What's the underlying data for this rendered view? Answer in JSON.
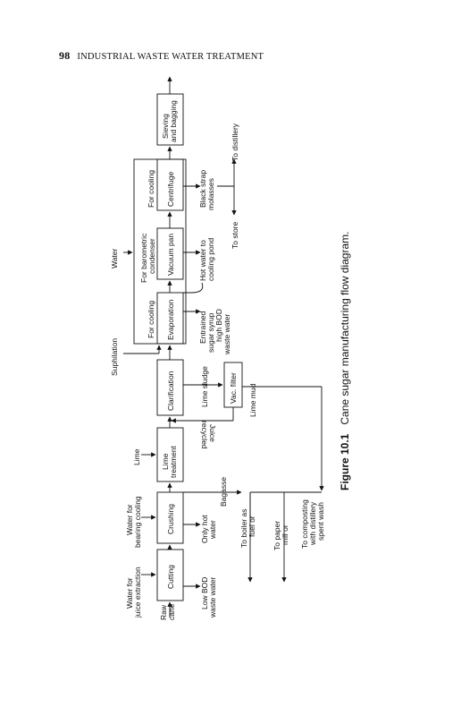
{
  "header": {
    "page_number": "98",
    "running_title": "INDUSTRIAL WASTE WATER TREATMENT"
  },
  "figure": {
    "number": "Figure 10.1",
    "title": "Cane sugar manufacturing flow diagram."
  },
  "process": {
    "raw_cane": [
      "Raw",
      "cane"
    ],
    "cutting": "Cutting",
    "crushing": "Crushing",
    "lime_treatment": [
      "Lime",
      "treatment"
    ],
    "clarification": "Clarification",
    "vac_filter": "Vac. filter",
    "evaporation": "Evaporation",
    "vacuum_pan": "Vacuum pan",
    "centrifuge": "Centrifuge",
    "sieving_bagging": [
      "Sieving",
      "and bagging"
    ]
  },
  "inputs": {
    "cutting_water": [
      "Water for",
      "juice extraction"
    ],
    "crushing_water": [
      "Water for",
      "bearing cooling"
    ],
    "lime": "Lime",
    "suphilation": "Suphilation",
    "water": "Water",
    "for_cooling_evap": "For cooling",
    "for_barometric": [
      "For barometric",
      "condenser"
    ],
    "for_cooling_cent": "For cooling"
  },
  "outputs": {
    "low_bod": [
      "Low BOD",
      "waste water"
    ],
    "only_hot_water": [
      "Only hot",
      "water"
    ],
    "bagasse": "Bagasse",
    "to_boiler": [
      "To boiler as",
      "fuel or"
    ],
    "to_paper": [
      "To paper",
      "mill or"
    ],
    "to_composting": [
      "To composting",
      "with distillery",
      "spent wash"
    ],
    "lime_sludge": "Lime sludge",
    "lime_mud": "Lime mud",
    "juice_recycled": [
      "Juice",
      "recycled"
    ],
    "entrained": [
      "Entrained",
      "sugar syrup",
      "high BOD",
      "waste water"
    ],
    "hot_water_pond": [
      "Hot water to",
      "cooling pond"
    ],
    "black_strap": [
      "Black strap",
      "molasses"
    ],
    "to_store": "To store",
    "to_distillery": "To distillery"
  }
}
